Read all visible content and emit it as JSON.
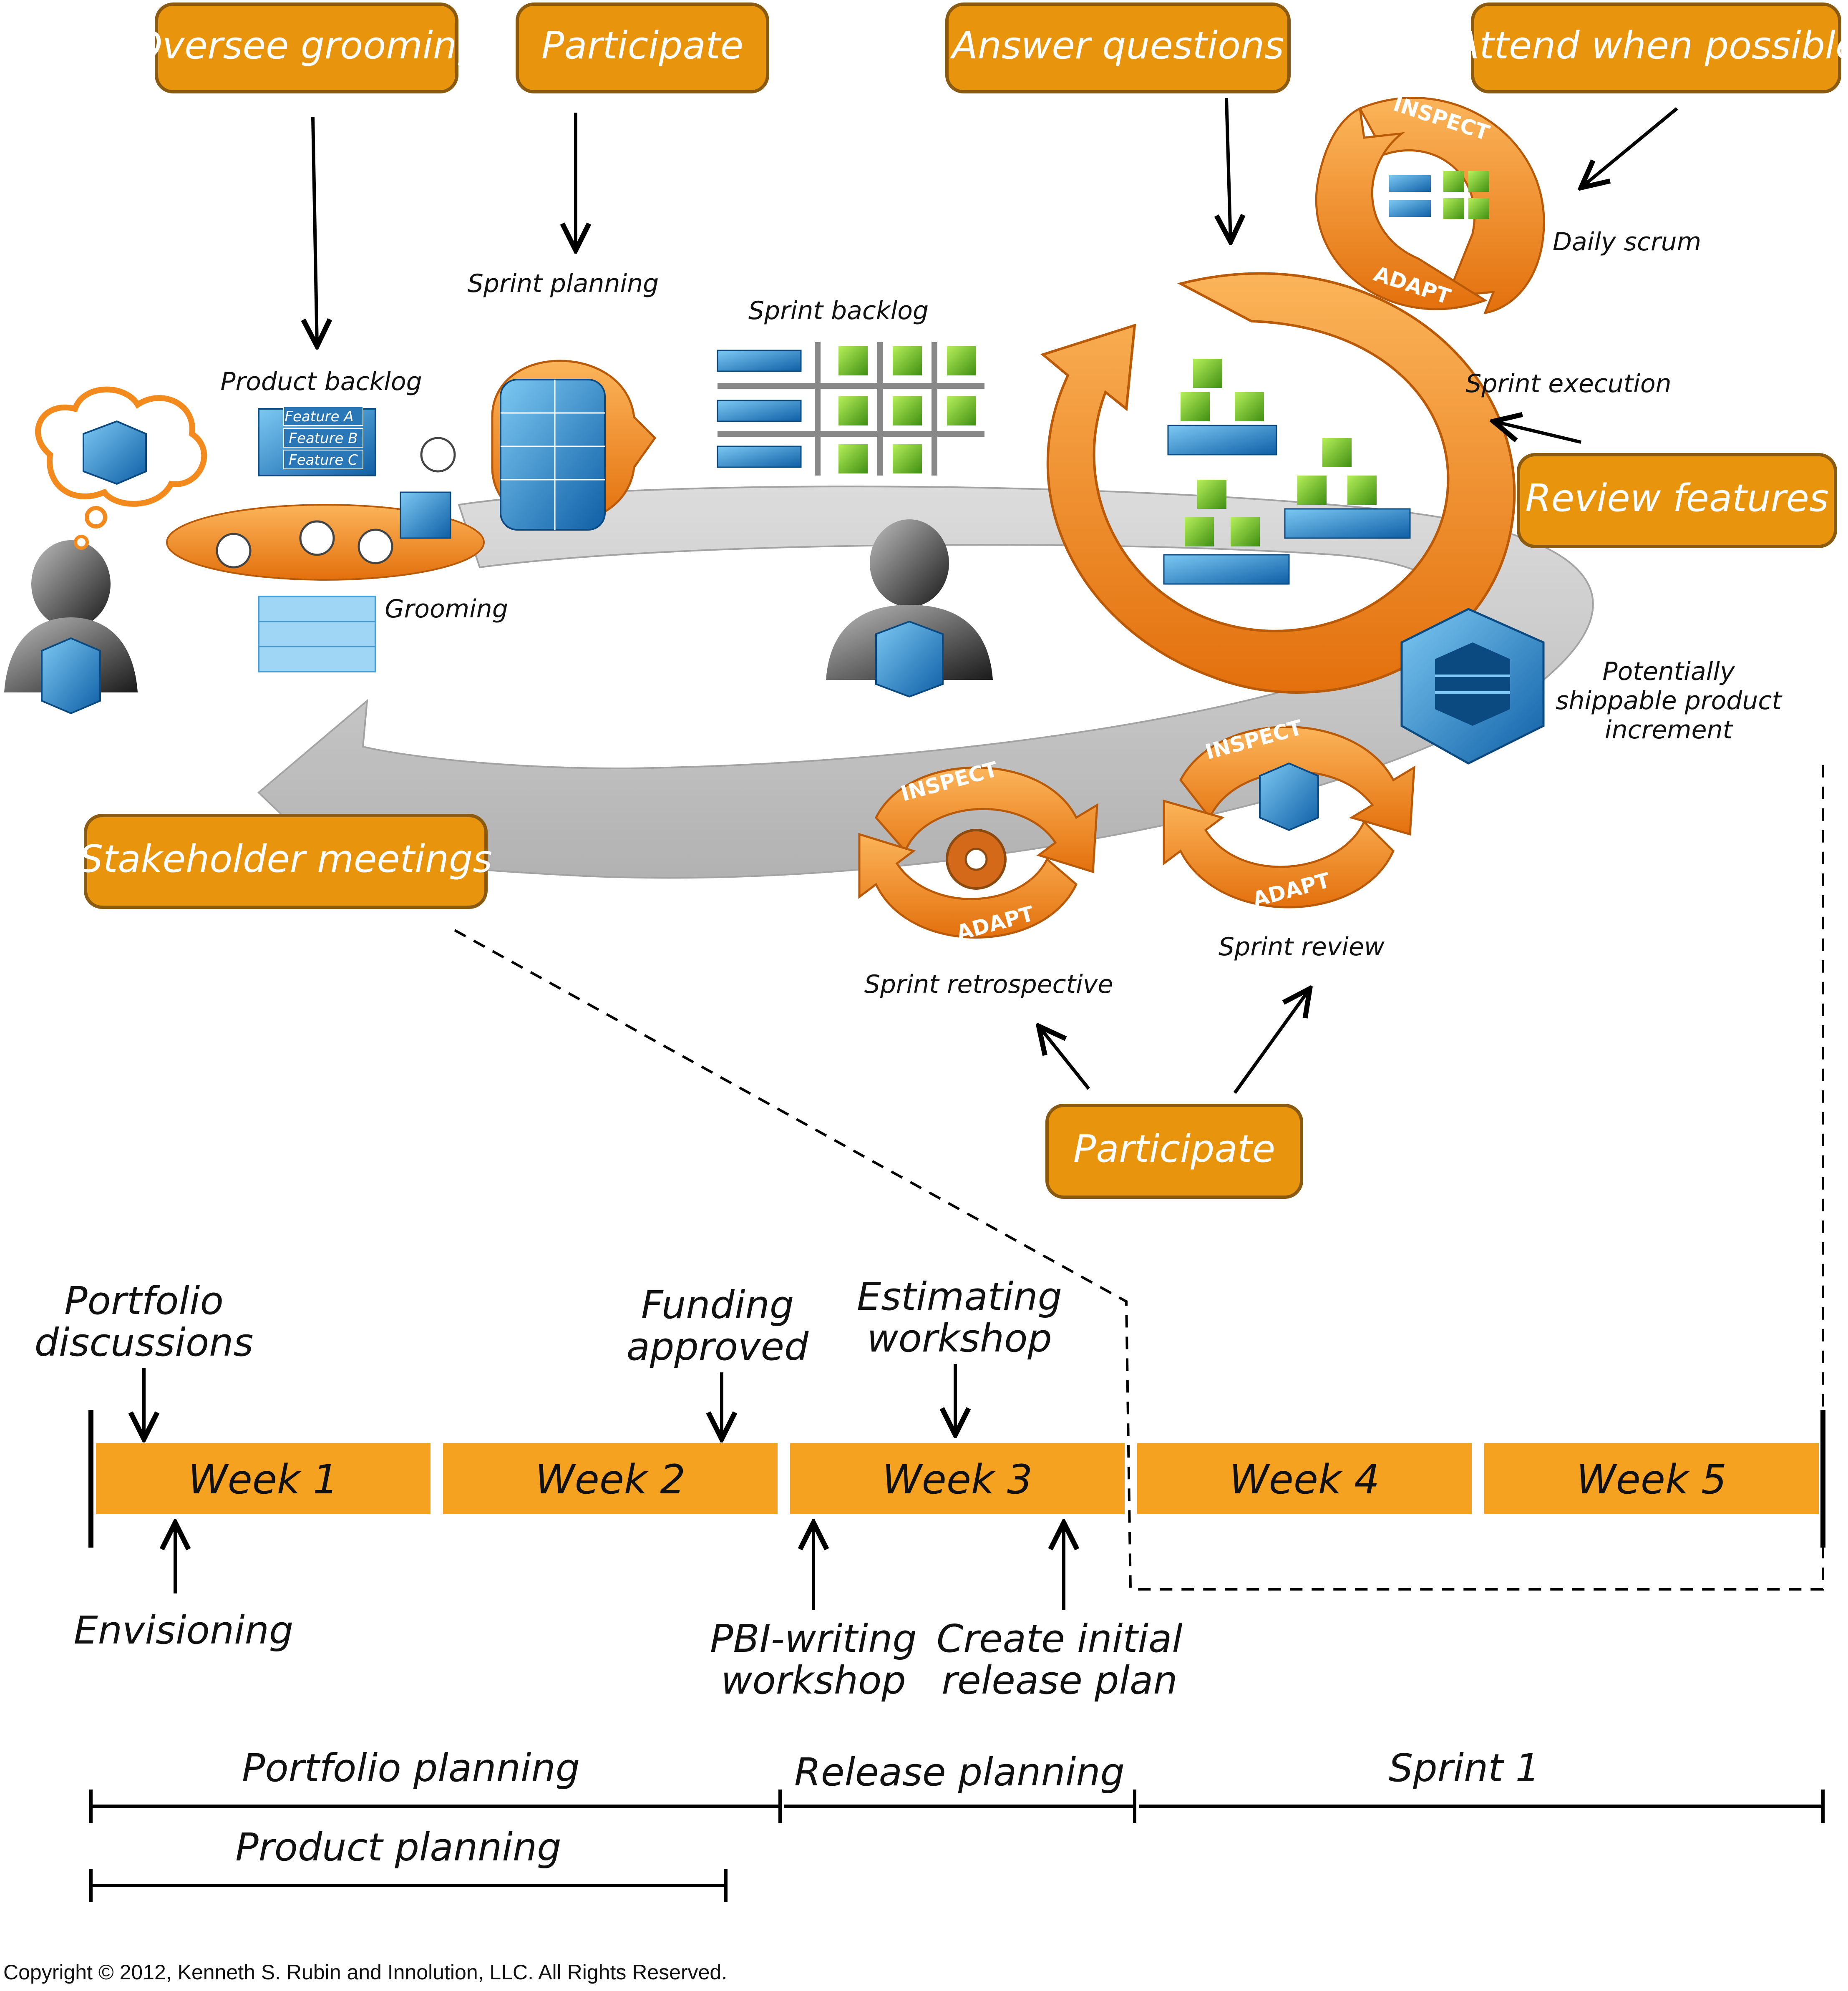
{
  "colors": {
    "callout_fill": "#e8940c",
    "callout_border": "#8a5a10",
    "week_bar": "#f4a220",
    "arrow_gray": "#d4d4d4",
    "cube_blue": "#1e8fd6",
    "cube_green": "#6cc22c",
    "cycle_orange": "#f28a1e"
  },
  "callouts": {
    "oversee_grooming": "Oversee grooming",
    "participate_top": "Participate",
    "answer_questions": "Answer questions",
    "attend_when_possible": "Attend when possible",
    "review_features": "Review features",
    "stakeholder_meetings": "Stakeholder meetings",
    "participate_bottom": "Participate"
  },
  "scrum_labels": {
    "product_backlog": "Product backlog",
    "feature_a": "Feature A",
    "feature_b": "Feature B",
    "feature_c": "Feature C",
    "grooming": "Grooming",
    "sprint_planning": "Sprint planning",
    "sprint_backlog": "Sprint backlog",
    "daily_scrum": "Daily scrum",
    "sprint_execution": "Sprint execution",
    "potentially_1": "Potentially",
    "potentially_2": "shippable product",
    "potentially_3": "increment",
    "sprint_review": "Sprint review",
    "sprint_retrospective": "Sprint retrospective",
    "inspect": "INSPECT",
    "adapt": "ADAPT"
  },
  "timeline": {
    "weeks": [
      "Week 1",
      "Week 2",
      "Week 3",
      "Week 4",
      "Week 5"
    ],
    "above": {
      "portfolio_1": "Portfolio",
      "portfolio_2": "discussions",
      "funding_1": "Funding",
      "funding_2": "approved",
      "estimating_1": "Estimating",
      "estimating_2": "workshop"
    },
    "below": {
      "envisioning": "Envisioning",
      "pbi_1": "PBI-writing",
      "pbi_2": "workshop",
      "release_1": "Create initial",
      "release_2": "release plan"
    },
    "phases": {
      "portfolio_planning": "Portfolio planning",
      "release_planning": "Release planning",
      "sprint_1": "Sprint 1",
      "product_planning": "Product planning"
    }
  },
  "copyright": "Copyright © 2012, Kenneth S. Rubin and Innolution, LLC. All Rights Reserved."
}
